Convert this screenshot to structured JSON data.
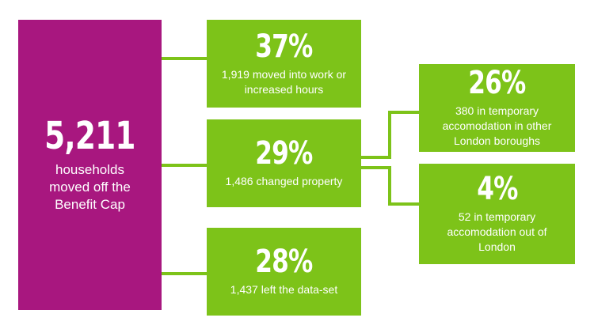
{
  "main": {
    "value": "5,211",
    "text": "households moved off the Benefit Cap"
  },
  "boxes": {
    "work": {
      "value": "37%",
      "text": "1,919 moved into work or increased hours"
    },
    "property": {
      "value": "29%",
      "text": "1,486 changed property"
    },
    "dataset": {
      "value": "28%",
      "text": "1,437 left the data-set"
    },
    "other_boroughs": {
      "value": "26%",
      "text": "380 in temporary accomodation in other London boroughs"
    },
    "out_of_london": {
      "value": "4%",
      "text": "52 in temporary accomodation out of London"
    }
  },
  "colors": {
    "main": "#a8177f",
    "green": "#7dc319",
    "background": "#ffffff"
  }
}
